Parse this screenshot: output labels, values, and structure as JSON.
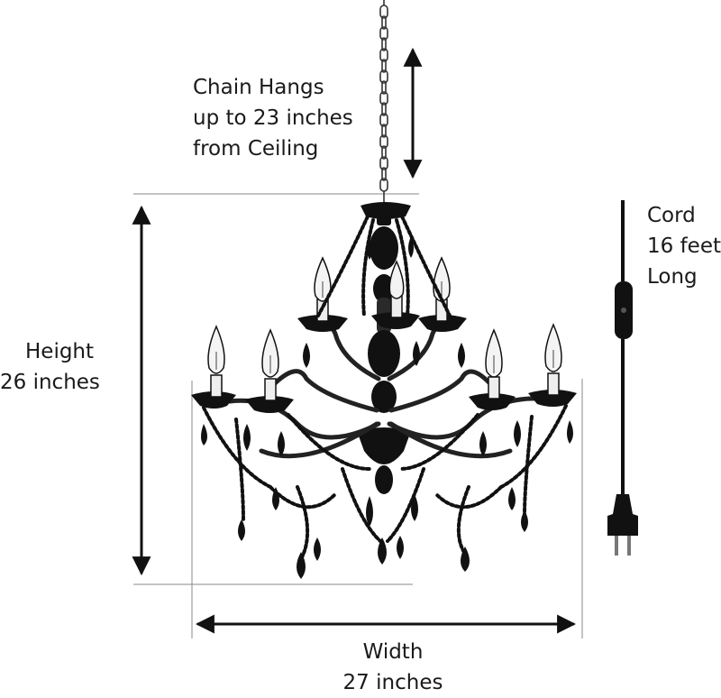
{
  "labels": {
    "chain": [
      "Chain Hangs",
      "up to 23 inches",
      "from Ceiling"
    ],
    "height": [
      "Height",
      "26 inches"
    ],
    "cord": [
      "Cord",
      "16 feet",
      "Long"
    ],
    "width": [
      "Width",
      "27 inches"
    ]
  },
  "colors": {
    "ink": "#1a1a1a",
    "guide": "#8a8a8a",
    "crystal": "#111111",
    "bulb": "#f4f4f4"
  }
}
